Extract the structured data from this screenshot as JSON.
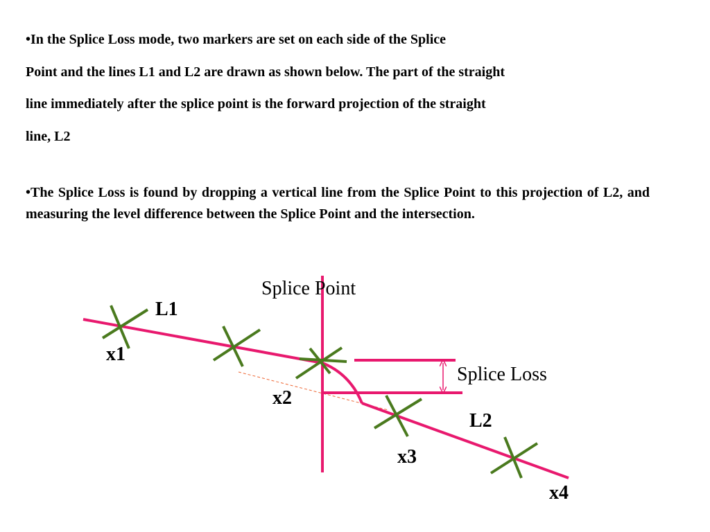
{
  "paragraphs": {
    "p1_lines": [
      "•In the Splice Loss mode, two markers are set on each side of the Splice",
      "Point and the lines  L1 and L2 are drawn as shown below. The part of the straight",
      "line  immediately after the splice point  is the forward projection of the straight",
      "line, L2"
    ],
    "p2": "•The Splice Loss is found by dropping a vertical line from the Splice Point to this projection of L2, and measuring the level difference between the Splice Point and the intersection."
  },
  "diagram": {
    "labels": {
      "splice_point": "Splice Point",
      "l1": "L1",
      "l2": "L2",
      "splice_loss": "Splice Loss",
      "x1": "x1",
      "x2": "x2",
      "x3": "x3",
      "x4": "x4"
    },
    "colors": {
      "trace": "#e8196e",
      "marker": "#4a7a1e",
      "projection": "#ee6633",
      "arrow": "#e8196e"
    }
  }
}
